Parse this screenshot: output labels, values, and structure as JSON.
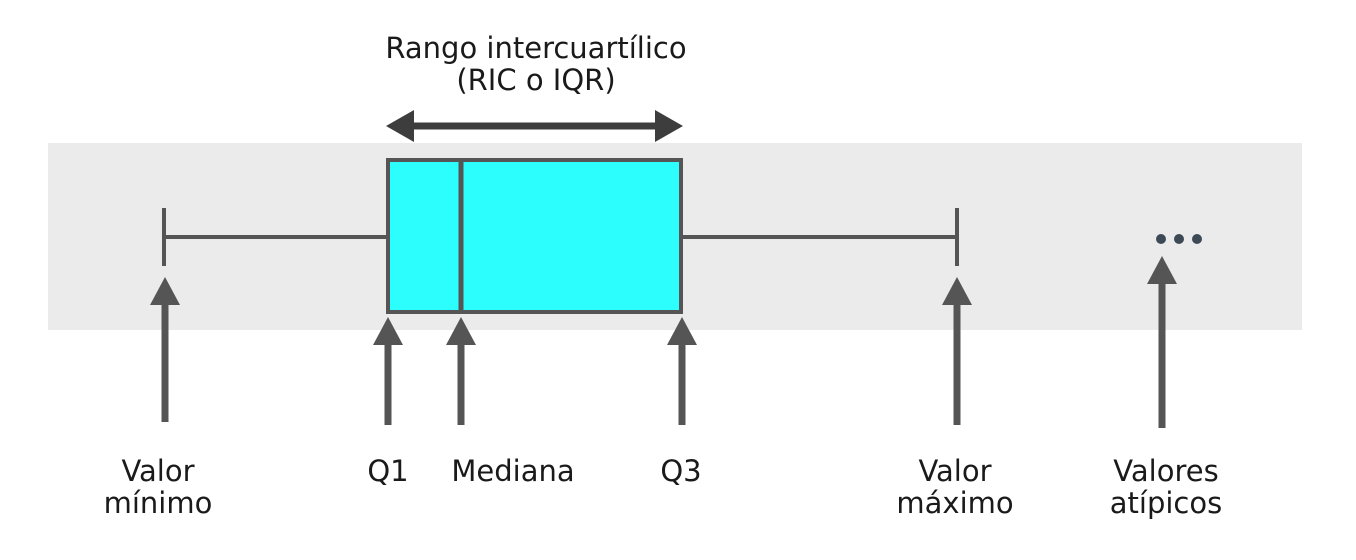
{
  "title": {
    "line1": "Rango intercuartílico",
    "line2": "(RIC o IQR)"
  },
  "labels": {
    "min": {
      "line1": "Valor",
      "line2": "mínimo"
    },
    "q1": "Q1",
    "median": "Mediana",
    "q3": "Q3",
    "max": {
      "line1": "Valor",
      "line2": "máximo"
    },
    "outliers": {
      "line1": "Valores",
      "line2": "atípicos"
    }
  },
  "colors": {
    "band": "#ebebeb",
    "box_fill": "#2cfdfd",
    "stroke": "#555555",
    "text": "#1a1a1a",
    "outlier_dots": "#3d4a55"
  },
  "icons": {
    "iqr_span": "double-headed-arrow",
    "pointer": "up-arrow",
    "outliers": "ellipsis-dots"
  }
}
